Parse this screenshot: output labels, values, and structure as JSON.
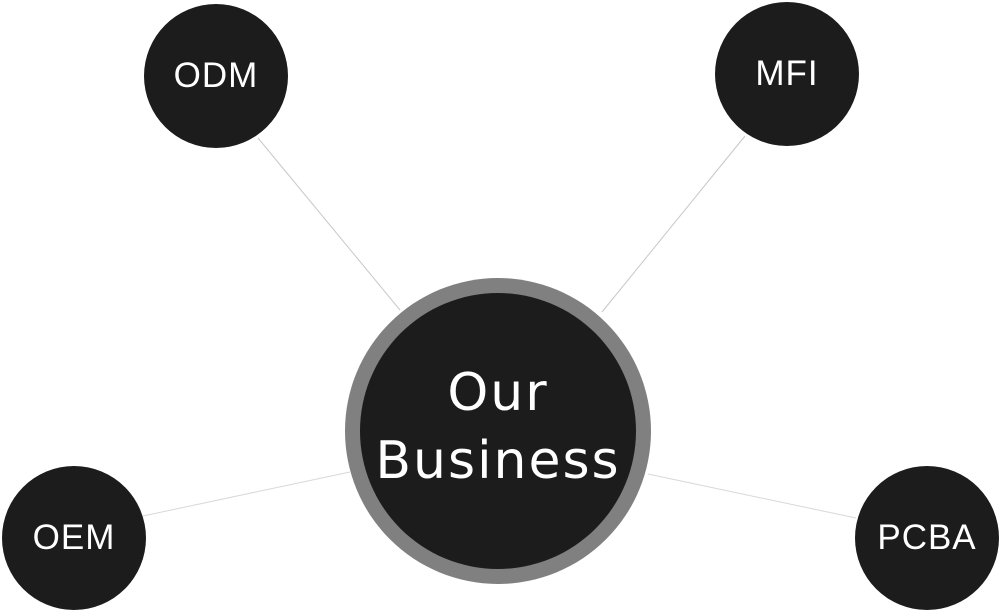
{
  "diagram": {
    "hub": {
      "line1": "Our",
      "line2": "Business"
    },
    "nodes": [
      {
        "id": "odm",
        "label": "ODM"
      },
      {
        "id": "mfi",
        "label": "MFI"
      },
      {
        "id": "oem",
        "label": "OEM"
      },
      {
        "id": "pcba",
        "label": "PCBA"
      }
    ],
    "colors": {
      "node_fill": "#1c1c1c",
      "hub_ring": "#808080",
      "connector": "#c8c8c8",
      "text": "#ffffff",
      "background": "#ffffff"
    }
  }
}
